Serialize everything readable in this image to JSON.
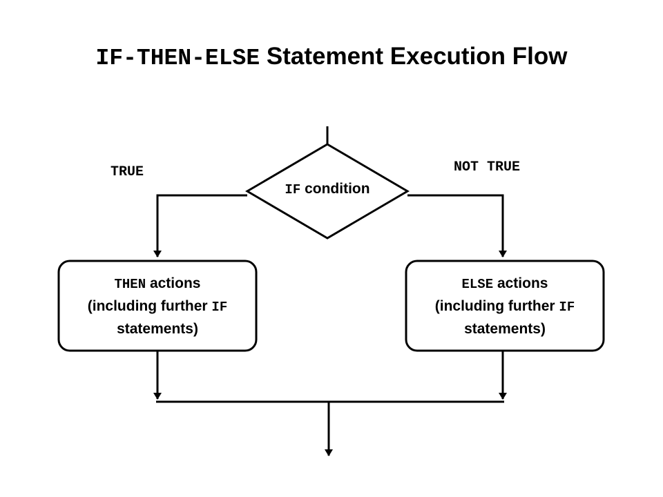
{
  "title": {
    "keyword": "IF-THEN-ELSE",
    "text": "Statement Execution Flow"
  },
  "decision": {
    "keyword": "IF",
    "text": "condition"
  },
  "branches": {
    "true_label": "TRUE",
    "false_label": "NOT TRUE"
  },
  "then_box": {
    "keyword": "THEN",
    "line1_rest": "actions",
    "line2_prefix": "(including further",
    "line2_keyword": "IF",
    "line3": "statements)"
  },
  "else_box": {
    "keyword": "ELSE",
    "line1_rest": "actions",
    "line2_prefix": "(including further",
    "line2_keyword": "IF",
    "line3": "statements)"
  }
}
